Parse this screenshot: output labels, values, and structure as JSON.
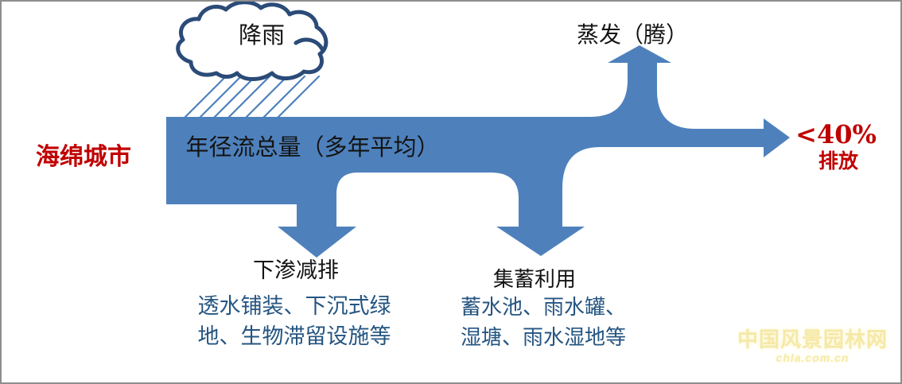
{
  "diagram": {
    "cloud_label": "降雨",
    "source_label": "海绵城市",
    "main_flow_label": "年径流总量（多年平均）",
    "branches": {
      "evaporation": {
        "label": "蒸发（腾）"
      },
      "discharge": {
        "value": "<40%",
        "label": "排放"
      },
      "infiltration": {
        "title": "下渗减排",
        "desc_line1": "透水铺装、下沉式绿",
        "desc_line2": "地、生物滞留设施等"
      },
      "storage": {
        "title": "集蓄利用",
        "desc_line1": "蓄水池、雨水罐、",
        "desc_line2": "湿塘、雨水湿地等"
      }
    }
  },
  "watermark": {
    "site_name": "中国风景园林网",
    "site_url": "chla.com.cn"
  },
  "colors": {
    "flow_blue": "#4E81BC",
    "cloud_outline": "#2B4B78",
    "accent_red": "#C00000",
    "desc_blue": "#255581",
    "text_black": "#141414",
    "watermark_yellow": "#F5E9A8",
    "border_gray": "#8E8E8E"
  }
}
